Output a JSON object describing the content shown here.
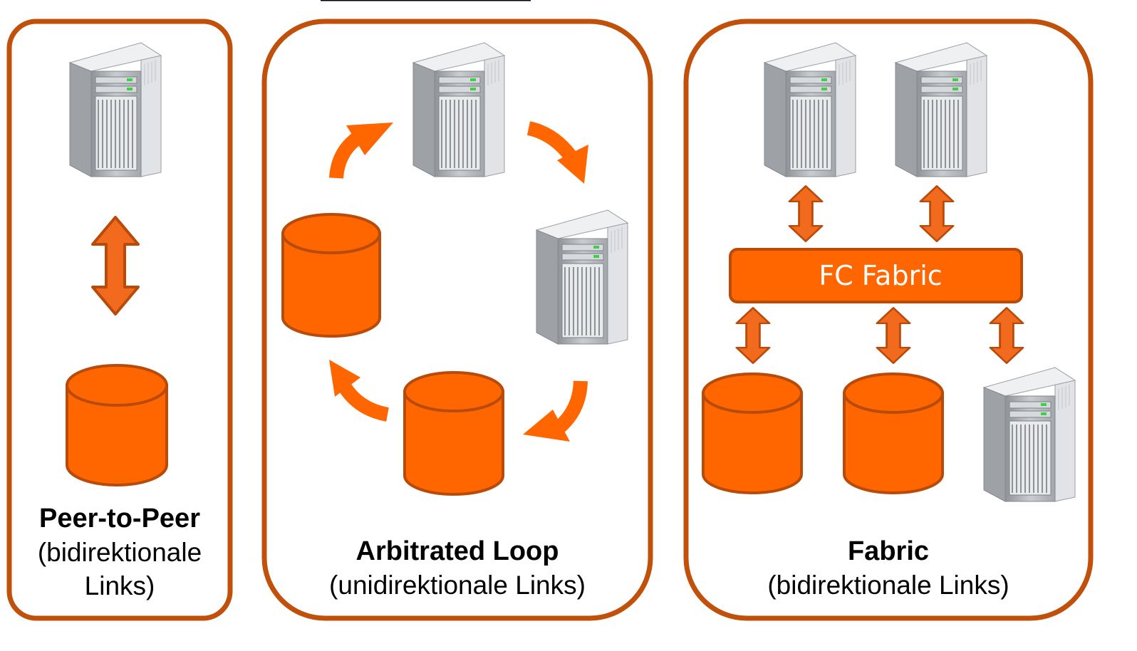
{
  "panels": {
    "p2p": {
      "title": "Peer-to-Peer",
      "subtitle_line1": "(bidirektionale",
      "subtitle_line2": "Links)"
    },
    "loop": {
      "title": "Arbitrated Loop",
      "subtitle": "(unidirektionale Links)"
    },
    "fabric": {
      "title": "Fabric",
      "subtitle": "(bidirektionale Links)",
      "switch_label": "FC Fabric"
    }
  },
  "colors": {
    "accent_orange": "#FF6600",
    "frame_brown": "#C0500A",
    "server_gray": "#B9BCC1"
  },
  "icons": {
    "server": "server-tower-icon",
    "storage": "storage-cylinder-icon",
    "link": "double-arrow-icon",
    "loop": "curved-arrow-icon"
  }
}
